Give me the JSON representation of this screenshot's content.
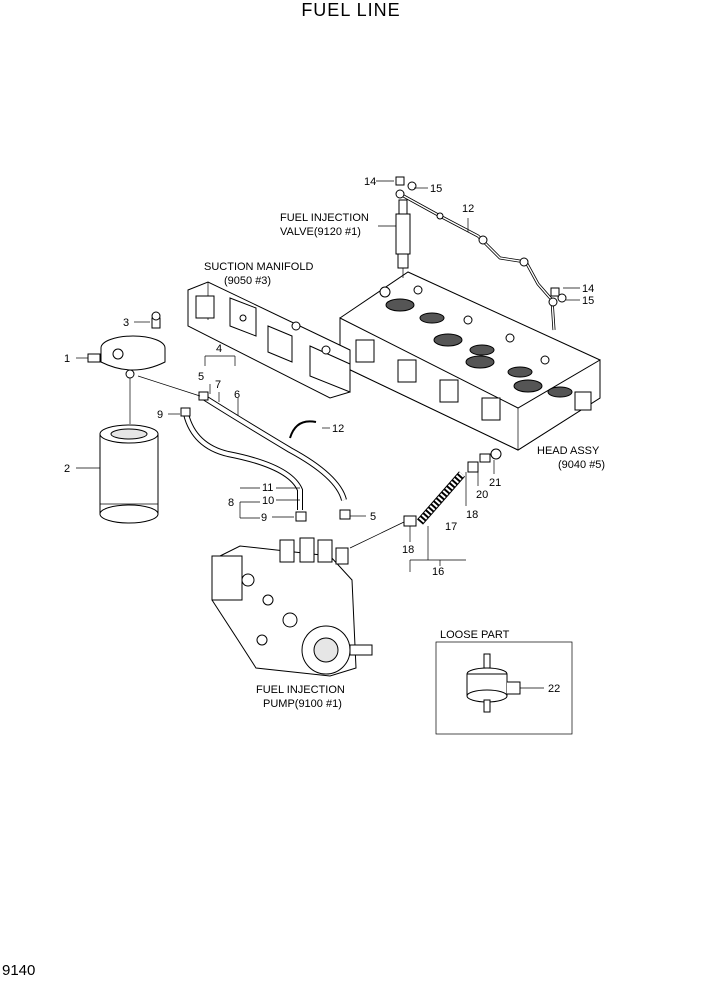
{
  "title": "FUEL LINE",
  "page_code": "9140",
  "callouts": {
    "suction_manifold": [
      "SUCTION MANIFOLD",
      "(9050 #3)"
    ],
    "fuel_injection_valve": [
      "FUEL INJECTION",
      "VALVE(9120 #1)"
    ],
    "head_assy": [
      "HEAD ASSY",
      "(9040 #5)"
    ],
    "fuel_injection_pump": [
      "FUEL INJECTION",
      "PUMP(9100 #1)"
    ],
    "loose_part": "LOOSE PART"
  },
  "part_numbers": [
    "1",
    "2",
    "3",
    "4",
    "5",
    "5",
    "6",
    "7",
    "8",
    "9",
    "9",
    "10",
    "11",
    "12",
    "12",
    "14",
    "14",
    "15",
    "15",
    "16",
    "17",
    "18",
    "18",
    "20",
    "21",
    "22"
  ],
  "components": {
    "fuel_filter": "fuel-filter-icon",
    "filter_head": "filter-head-icon",
    "suction_manifold": "manifold-icon",
    "cylinder_head": "cylinder-head-icon",
    "injection_valve": "injector-icon",
    "injection_pump": "injection-pump-icon",
    "inline_filter": "inline-filter-icon"
  }
}
